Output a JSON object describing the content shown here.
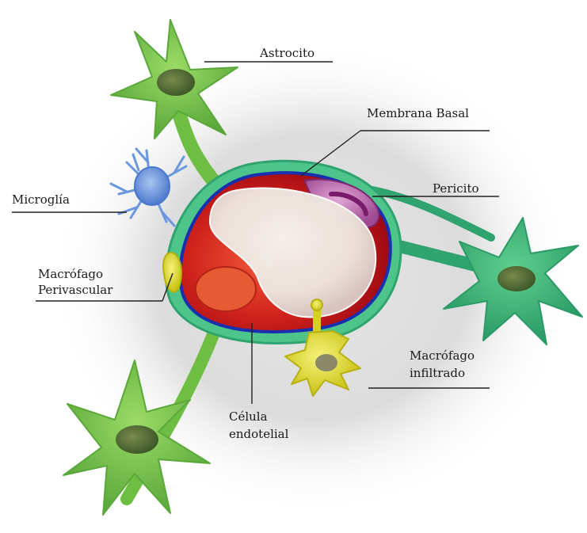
{
  "labels": {
    "astrocito": "Astrocito",
    "membrana_basal": "Membrana Basal",
    "pericito": "Pericito",
    "microglia": "Microglía",
    "macrofago_perivascular_line1": "Macrófago",
    "macrofago_perivascular_line2": "Perivascular",
    "macrofago_infiltrado_line1": "Macrófago",
    "macrofago_infiltrado_line2": "infiltrado",
    "celula_endotelial_line1": "Célula",
    "celula_endotelial_line2": "endotelial"
  },
  "colors": {
    "astrocyte_green": "#6fbe44",
    "astrocyte_teal": "#2fa46e",
    "basal_membrane": "#3fbf86",
    "endothelium_red": "#c8141c",
    "outline_blue": "#1a2fb0",
    "lumen": "#f2ece6",
    "pericyte_purple": "#9c3c8c",
    "microglia_blue": "#6a98e0",
    "macrophage_yellow": "#e6e12a",
    "background_gray": "#d9d9d9"
  }
}
